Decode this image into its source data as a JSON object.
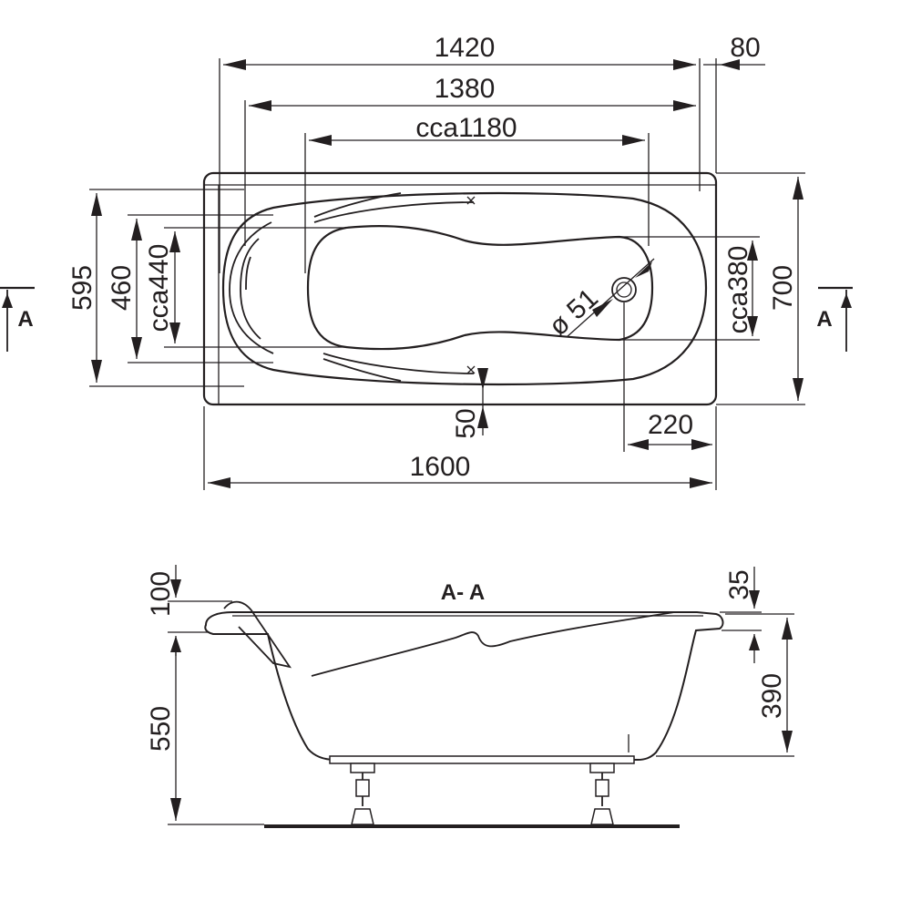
{
  "drawing": {
    "section_marker": "A",
    "section_title": "A- A",
    "top_view": {
      "overall_length": "1600",
      "length_1420": "1420",
      "length_1380": "1380",
      "inner_length": "cca1180",
      "offset_80": "80",
      "offset_220": "220",
      "overall_width": "700",
      "width_595": "595",
      "width_460": "460",
      "inner_width": "cca440",
      "inner_width_380": "cca380",
      "offset_50": "50",
      "drain_diameter": "ø 51"
    },
    "section_view": {
      "rim_100": "100",
      "rim_35": "35",
      "depth_390": "390",
      "height_550": "550"
    }
  }
}
